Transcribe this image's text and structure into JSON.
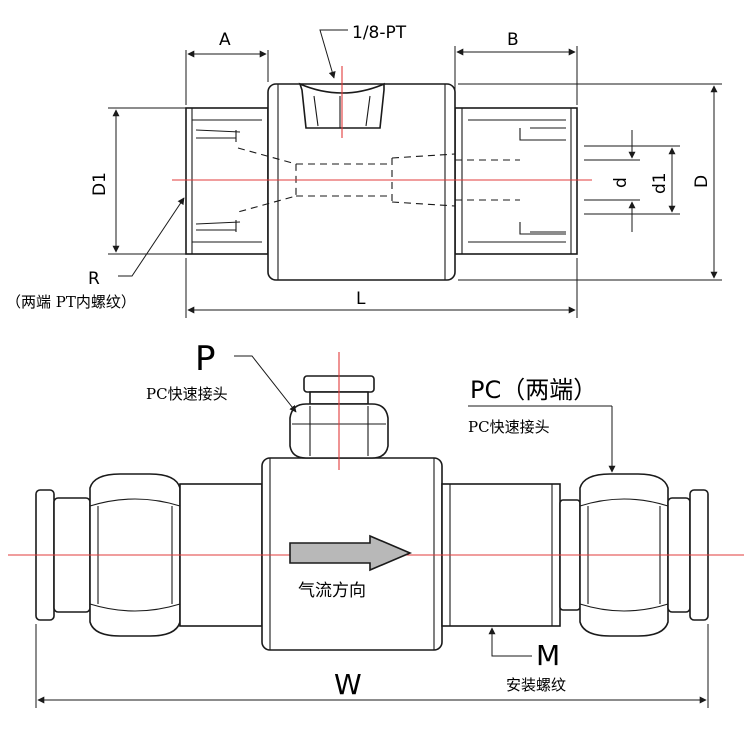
{
  "top_view": {
    "label_A": "A",
    "label_B": "B",
    "label_pt": "1/8-PT",
    "label_D1": "D1",
    "label_d": "d",
    "label_d1": "d1",
    "label_D": "D",
    "label_R": "R",
    "label_R_note": "（两端 PT内螺纹）",
    "label_L": "L"
  },
  "bottom_view": {
    "label_P": "P",
    "label_pc_fitting": "PC快速接头",
    "label_PC": "PC（两端）",
    "label_pc_fitting_right": "PC快速接头",
    "flow_direction": "气流方向",
    "label_M": "M",
    "mount_thread": "安装螺纹",
    "label_W": "W"
  },
  "colors": {
    "centerline": "#e23b3b",
    "arrow_fill": "#b8b8b8",
    "outline": "#1a1a1a"
  }
}
